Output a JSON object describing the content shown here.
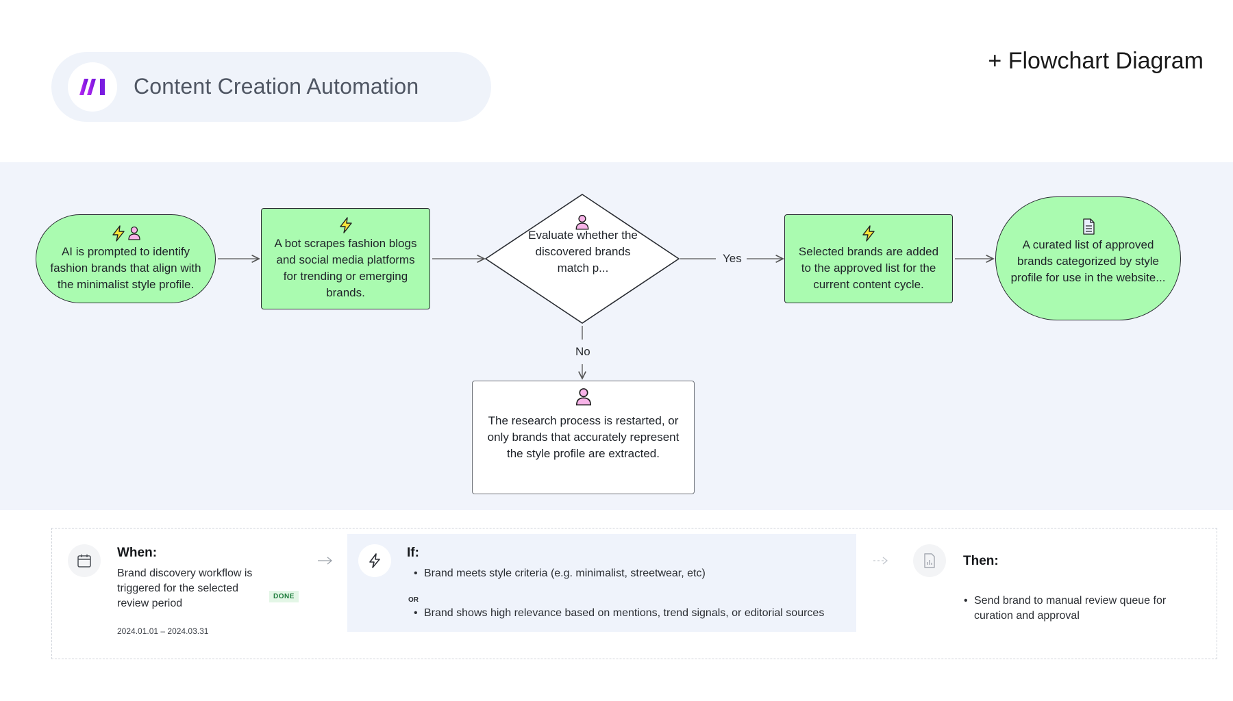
{
  "header": {
    "title": "Content Creation Automation",
    "logo_icon": "make-logo-icon",
    "flowchart_link": "+ Flowchart Diagram"
  },
  "colors": {
    "node_fill": "#aafbb0",
    "band_background": "#f1f4fb",
    "header_pill": "#eff3fa",
    "logo_gradient": [
      "#b02bf0",
      "#6a12d8"
    ],
    "bolt_icon": "#f5e53a",
    "person_icon": "#f7b3e8"
  },
  "diagram": {
    "nodes": [
      {
        "id": "n1",
        "shape": "terminator",
        "icons": [
          "bolt-icon",
          "person-icon"
        ],
        "text": "AI is prompted to identify fashion brands that align with the minimalist style profile."
      },
      {
        "id": "n2",
        "shape": "process",
        "icons": [
          "bolt-icon"
        ],
        "text": "A bot scrapes fashion blogs and social media platforms for trending or emerging brands."
      },
      {
        "id": "n3",
        "shape": "decision",
        "icons": [
          "person-icon"
        ],
        "text": "Evaluate whether the discovered brands match p..."
      },
      {
        "id": "n4",
        "shape": "process",
        "icons": [
          "bolt-icon"
        ],
        "text": "Selected brands are added to the approved list for the current content cycle."
      },
      {
        "id": "n5",
        "shape": "terminator",
        "icons": [
          "document-icon"
        ],
        "text": "A curated list of approved brands categorized by style profile for use in the website..."
      },
      {
        "id": "n6",
        "shape": "process",
        "icons": [
          "person-icon"
        ],
        "text": "The research process is restarted, or only brands that accurately represent the style profile are extracted."
      }
    ],
    "edges": [
      {
        "from": "n1",
        "to": "n2",
        "label": ""
      },
      {
        "from": "n2",
        "to": "n3",
        "label": ""
      },
      {
        "from": "n3",
        "to": "n4",
        "label": "Yes"
      },
      {
        "from": "n4",
        "to": "n5",
        "label": ""
      },
      {
        "from": "n3",
        "to": "n6",
        "label": "No"
      }
    ]
  },
  "rule": {
    "when": {
      "icon": "calendar-icon",
      "heading": "When:",
      "text": "Brand discovery workflow is triggered for the selected review period",
      "status": "DONE",
      "dates": "2024.01.01 – 2024.03.31"
    },
    "if": {
      "icon": "bolt-outline-icon",
      "heading": "If:",
      "conditions": [
        "Brand meets style criteria (e.g. minimalist, streetwear, etc)",
        "Brand shows high relevance based on mentions, trend signals, or editorial sources"
      ],
      "joiner": "OR"
    },
    "then": {
      "icon": "report-icon",
      "heading": "Then:",
      "actions": [
        "Send brand to manual review queue for curation and approval"
      ]
    }
  }
}
